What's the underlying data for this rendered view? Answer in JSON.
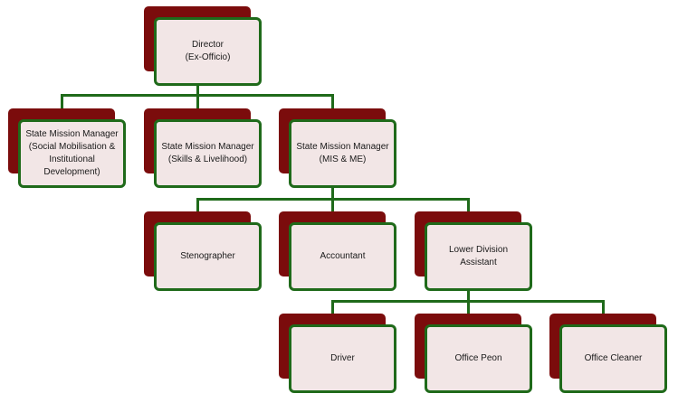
{
  "colors": {
    "shadow": "#7b0c0c",
    "border": "#1f6a1a",
    "fill": "#f2e6e6",
    "connector": "#1f6a1a"
  },
  "nodes": {
    "director": "Director\n(Ex-Officio)",
    "smm_social": "State Mission Manager\n(Social Mobilisation &\nInstitutional\nDevelopment)",
    "smm_skills": "State Mission Manager\n(Skills & Livelihood)",
    "smm_mis": "State Mission Manager\n(MIS & ME)",
    "stenographer": "Stenographer",
    "accountant": "Accountant",
    "lda": "Lower Division Assistant",
    "driver": "Driver",
    "office_peon": "Office Peon",
    "office_cleaner": "Office Cleaner"
  }
}
